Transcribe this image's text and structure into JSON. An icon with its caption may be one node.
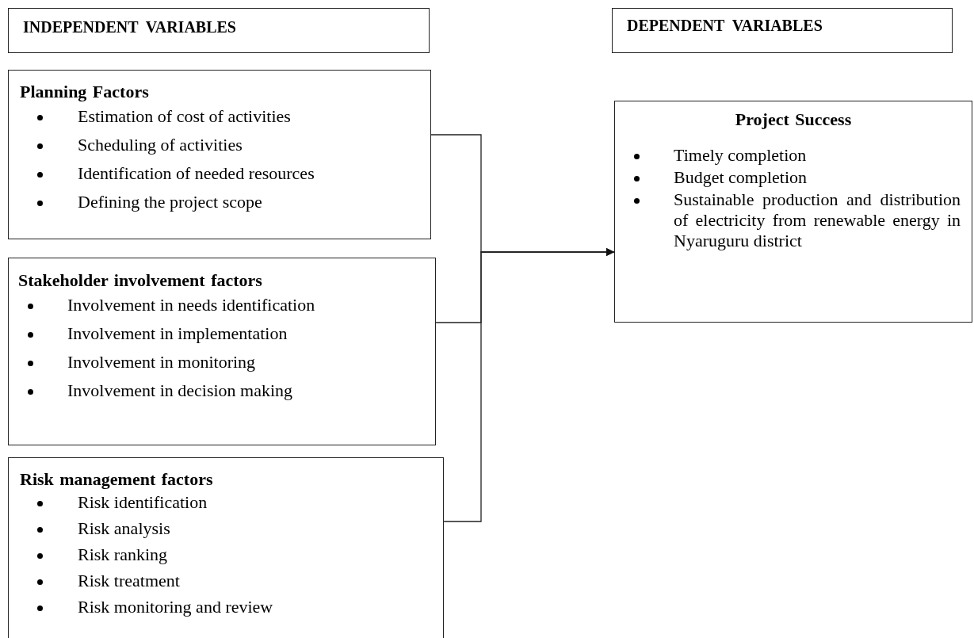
{
  "diagram": {
    "nodes": [
      {
        "text": [
          "INDEPENDENT VARIABLES"
        ]
      },
      {
        "text": [
          "DEPENDENT VARIABLES"
        ]
      },
      {
        "text": [
          "Planning Factors",
          "Estimation of cost of activities",
          "Scheduling of activities",
          "Identification of needed resources",
          "Defining the project scope"
        ]
      },
      {
        "text": [
          "Stakeholder involvement factors",
          "Involvement in needs identification",
          "Involvement in implementation",
          "Involvement in monitoring",
          "Involvement in decision making"
        ]
      },
      {
        "text": [
          "Risk management factors",
          "Risk identification",
          "Risk analysis",
          "Risk ranking",
          "Risk treatment",
          "Risk monitoring and review"
        ]
      },
      {
        "text": [
          "Project Success",
          "Timely completion",
          "Budget completion",
          "Sustainable production and distribution of electricity from renewable energy in Nyaruguru district"
        ]
      }
    ],
    "edges": [
      {
        "from": 2,
        "to": 5,
        "arrow": "to"
      },
      {
        "from": 3,
        "to": 5,
        "arrow": "to"
      },
      {
        "from": 4,
        "to": 5,
        "arrow": "to"
      }
    ]
  }
}
